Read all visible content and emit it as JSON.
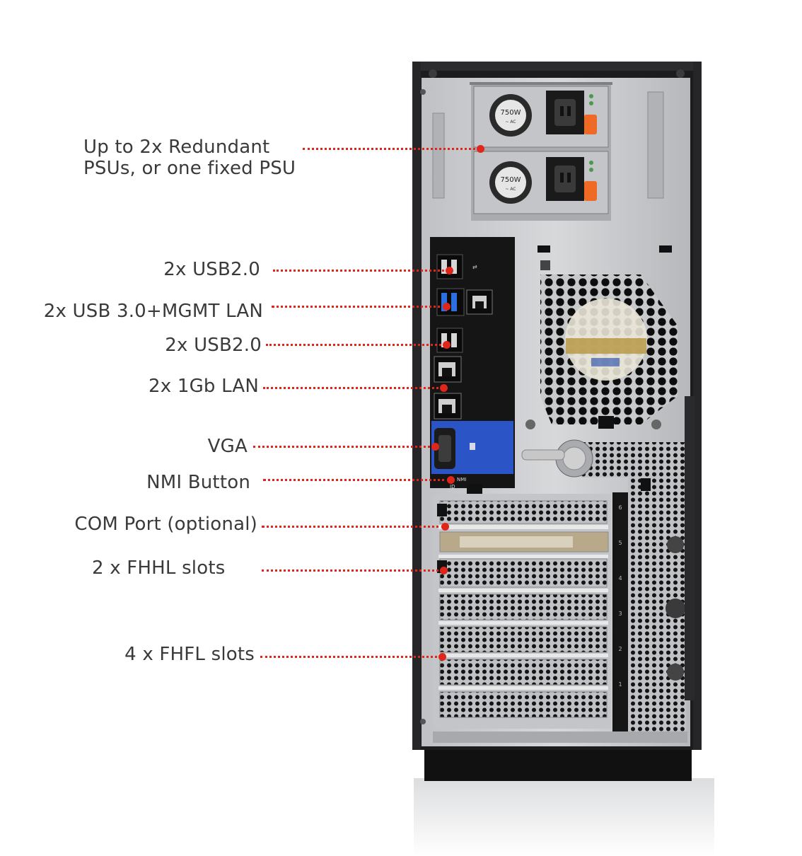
{
  "colors": {
    "leader": "#e0261a",
    "chassis": "#1c1c1e",
    "panel_metal": "#c9cacc",
    "io_panel": "#151515",
    "vga_blue": "#2b54c6",
    "usb3_blue": "#2b6fe0",
    "psu_orange": "#ef6a24",
    "label_text": "#3a3a3a"
  },
  "callouts": [
    {
      "id": "psu",
      "lines": [
        "Up to 2x Redundant",
        "PSUs, or one fixed PSU"
      ]
    },
    {
      "id": "usb2-top",
      "lines": [
        "2x USB2.0"
      ]
    },
    {
      "id": "usb3-mgmt",
      "lines": [
        "2x USB 3.0+MGMT LAN"
      ]
    },
    {
      "id": "usb2-bottom",
      "lines": [
        "2x USB2.0"
      ]
    },
    {
      "id": "lan-1gb",
      "lines": [
        "2x 1Gb LAN"
      ]
    },
    {
      "id": "vga",
      "lines": [
        "VGA"
      ]
    },
    {
      "id": "nmi",
      "lines": [
        "NMI Button"
      ]
    },
    {
      "id": "com",
      "lines": [
        "COM Port (optional)"
      ]
    },
    {
      "id": "fhhl",
      "lines": [
        "2 x FHHL slots"
      ]
    },
    {
      "id": "fhfl",
      "lines": [
        "4 x FHFL slots"
      ]
    }
  ],
  "hardware": {
    "psu_wattage": "750W",
    "psu_ac": "~ AC",
    "nmi_mark": "NMI",
    "id_mark": "ID",
    "slot_numbers": [
      "6",
      "5",
      "4",
      "3",
      "2",
      "1"
    ]
  }
}
